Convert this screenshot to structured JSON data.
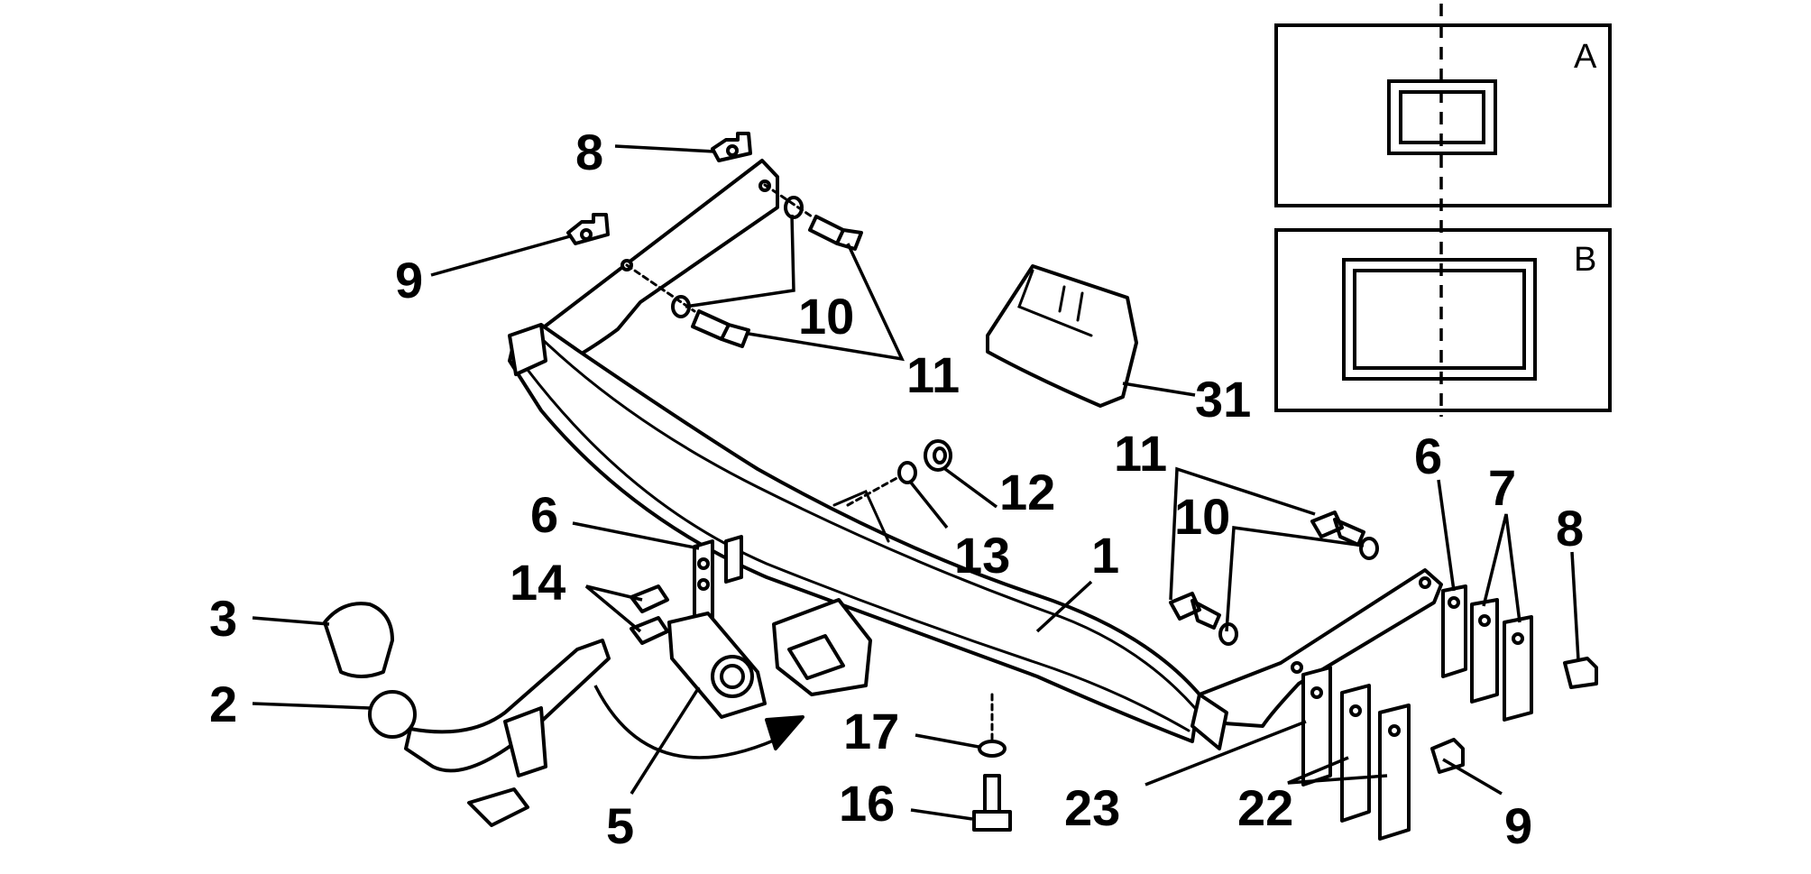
{
  "colors": {
    "line": "#000000",
    "background": "#ffffff"
  },
  "callouts": {
    "c8_top": "8",
    "c9_top": "9",
    "c10_top": "10",
    "c11_top": "11",
    "c31": "31",
    "c12": "12",
    "c13": "13",
    "c1": "1",
    "c6_left": "6",
    "c14": "14",
    "c3": "3",
    "c2": "2",
    "c5": "5",
    "c17": "17",
    "c16": "16",
    "c11_right": "11",
    "c10_right": "10",
    "c6_right": "6",
    "c7": "7",
    "c8_right": "8",
    "c23": "23",
    "c22": "22",
    "c9_right": "9"
  },
  "inset": {
    "label_a": "A",
    "label_b": "B"
  }
}
